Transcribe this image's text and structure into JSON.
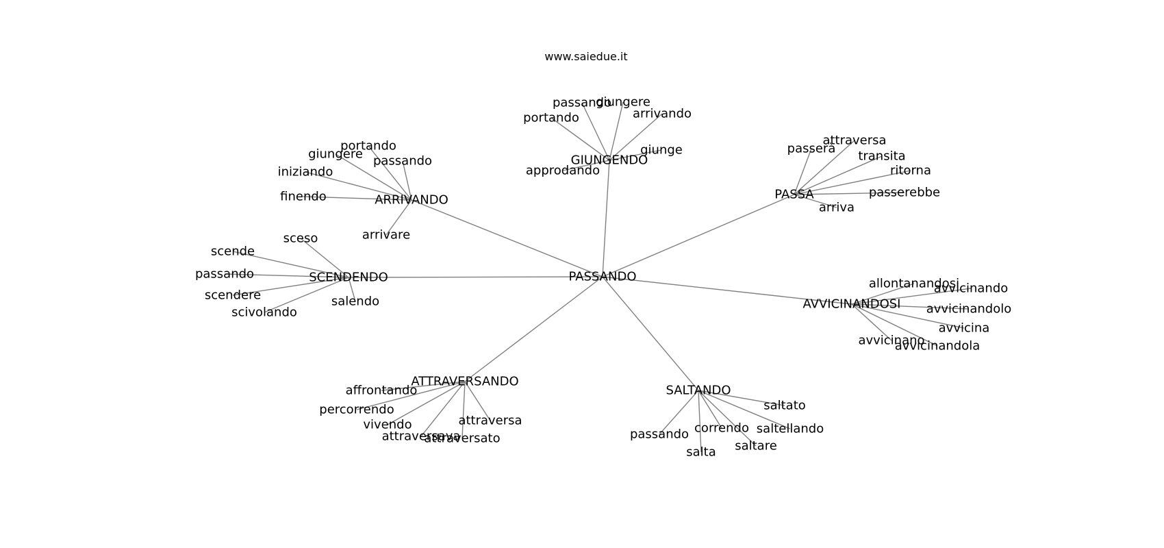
{
  "title": "www.saiedue.it",
  "center": "PASSANDO",
  "branches": [
    {
      "label": "GIUNGENDO",
      "children": [
        "passando",
        "giungere",
        "portando",
        "arrivando",
        "giunge",
        "approdando"
      ]
    },
    {
      "label": "ARRIVANDO",
      "children": [
        "portando",
        "giungere",
        "passando",
        "iniziando",
        "finendo",
        "arrivare"
      ]
    },
    {
      "label": "PASSA",
      "children": [
        "attraversa",
        "passerà",
        "transita",
        "ritorna",
        "passerebbe",
        "arriva"
      ]
    },
    {
      "label": "SCENDENDO",
      "children": [
        "sceso",
        "scende",
        "passando",
        "scendere",
        "salendo",
        "scivolando"
      ]
    },
    {
      "label": "AVVICINANDOSI",
      "children": [
        "allontanandosi",
        "avvicinando",
        "avvicinandolo",
        "avvicina",
        "avvicinano",
        "avvicinandola"
      ]
    },
    {
      "label": "ATTRAVERSANDO",
      "children": [
        "affrontando",
        "percorrendo",
        "vivendo",
        "attraversava",
        "attraversato",
        "attraversa"
      ]
    },
    {
      "label": "SALTANDO",
      "children": [
        "saltato",
        "correndo",
        "saltellando",
        "passando",
        "saltare",
        "salta"
      ]
    }
  ]
}
